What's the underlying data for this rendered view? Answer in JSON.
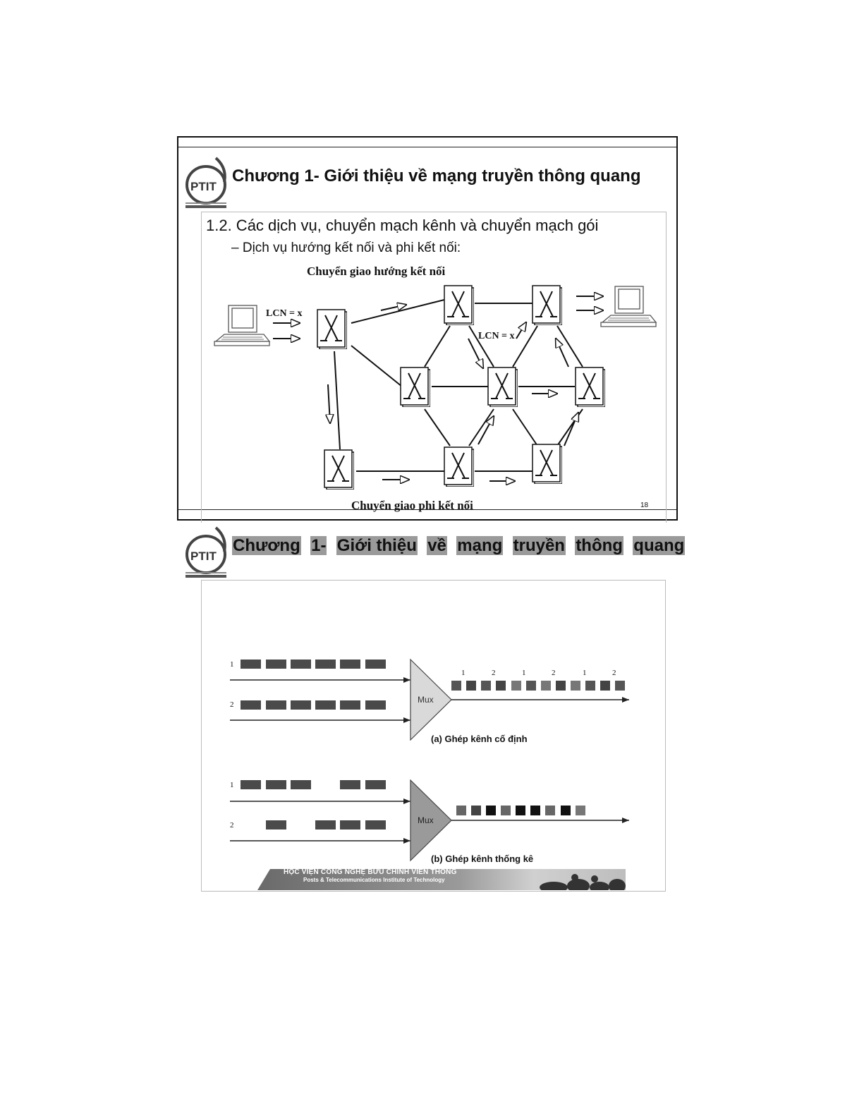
{
  "slide1": {
    "logo_text": "PTIT",
    "title": "Chương 1- Giới thiệu về mạng truyền thông quang",
    "section": "1.2. Các dịch vụ, chuyển mạch kênh và chuyển mạch gói",
    "bullet": "–  Dịch vụ hướng kết nối và phi kết nối:",
    "diagram": {
      "top_caption": "Chuyển giao hướng kết nối",
      "bottom_caption": "Chuyển giao phi kết nối",
      "lcn_label_1": "LCN = x",
      "lcn_label_2": "LCN = x"
    },
    "page_number": "18"
  },
  "slide2": {
    "logo_text": "PTIT",
    "title_words": [
      "Chương",
      "1-",
      "Giới thiệu",
      "về",
      "mạng",
      "truyền",
      "thông",
      "quang"
    ],
    "mux_diagram": {
      "fixed": {
        "input1_label": "1",
        "input2_label": "2",
        "mux_label": "Mux",
        "output_labels": [
          "1",
          "2",
          "1",
          "2",
          "1",
          "2"
        ],
        "caption": "(a) Ghép kênh cố định"
      },
      "statistical": {
        "input1_label": "1",
        "input2_label": "2",
        "mux_label": "Mux",
        "caption": "(b) Ghép kênh thống kê"
      }
    },
    "footer": {
      "line1": "HỌC VIỆN CÔNG NGHỆ BƯU CHÍNH VIỄN THÔNG",
      "line2": "Posts & Telecommunications Institute of Technology"
    }
  }
}
